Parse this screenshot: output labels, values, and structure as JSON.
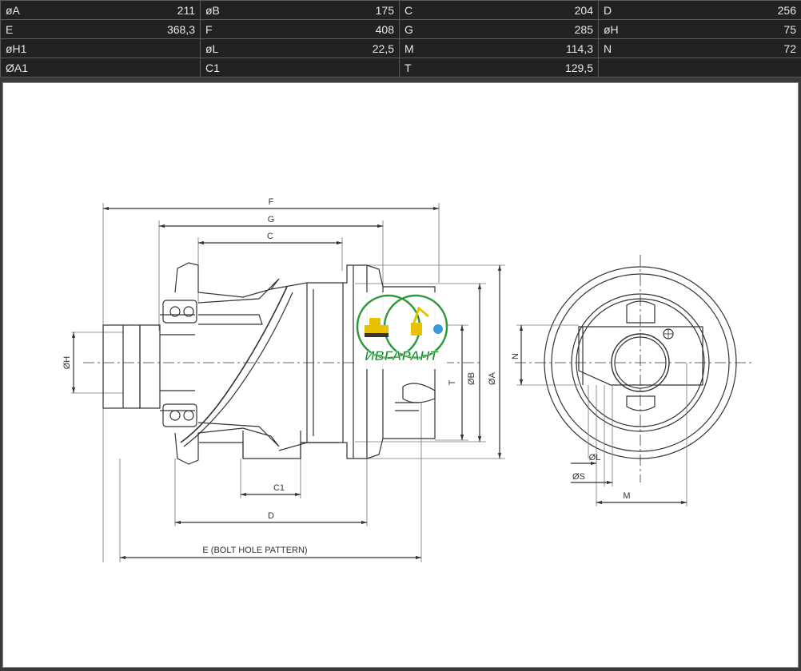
{
  "specs": [
    [
      {
        "label": "øA",
        "value": "211"
      },
      {
        "label": "øB",
        "value": "175"
      },
      {
        "label": "C",
        "value": "204"
      },
      {
        "label": "D",
        "value": "256"
      }
    ],
    [
      {
        "label": "E",
        "value": "368,3"
      },
      {
        "label": "F",
        "value": "408"
      },
      {
        "label": "G",
        "value": "285"
      },
      {
        "label": "øH",
        "value": "75"
      }
    ],
    [
      {
        "label": "øH1",
        "value": ""
      },
      {
        "label": "øL",
        "value": "22,5"
      },
      {
        "label": "M",
        "value": "114,3"
      },
      {
        "label": "N",
        "value": "72"
      }
    ],
    [
      {
        "label": "ØA1",
        "value": ""
      },
      {
        "label": "C1",
        "value": ""
      },
      {
        "label": "T",
        "value": "129,5"
      },
      {
        "label": "",
        "value": ""
      }
    ]
  ],
  "drawing": {
    "dim_F": "F",
    "dim_G": "G",
    "dim_C": "C",
    "dim_C1": "C1",
    "dim_D": "D",
    "dim_E": "E (BOLT HOLE PATTERN)",
    "dim_H": "ØH",
    "dim_T": "T",
    "dim_B": "ØB",
    "dim_A": "ØA",
    "dim_N": "N",
    "dim_L": "ØL",
    "dim_S": "ØS",
    "dim_M": "M"
  },
  "logo": {
    "text": "ИВГАРАНТ",
    "color": "#1a8a2a"
  }
}
